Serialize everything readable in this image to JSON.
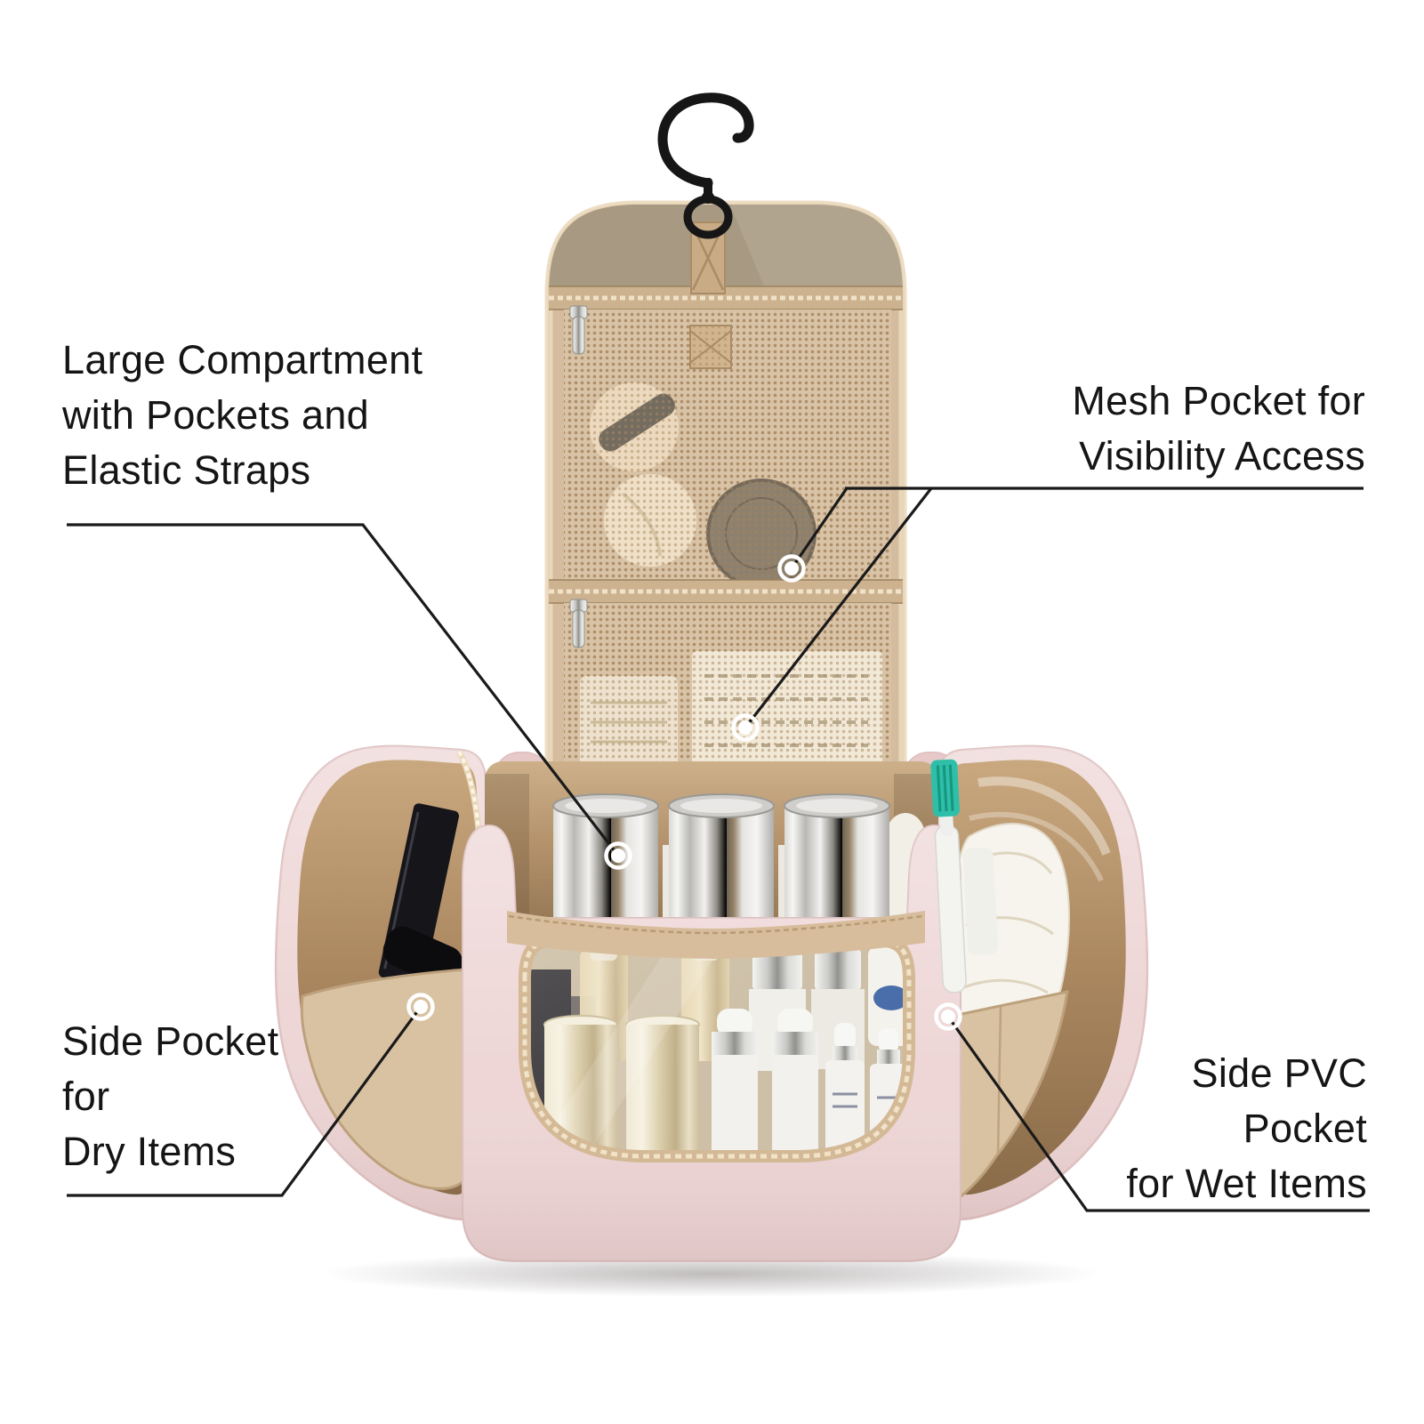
{
  "annotations": {
    "large_compartment": {
      "lines": [
        "Large Compartment",
        "with Pockets and",
        "Elastic Straps"
      ]
    },
    "mesh_pocket": {
      "lines": [
        "Mesh Pocket for",
        "Visibility Access"
      ]
    },
    "side_pocket_dry": {
      "lines": [
        "Side Pocket",
        "for",
        "Dry Items"
      ]
    },
    "side_pvc_wet": {
      "lines": [
        "Side PVC",
        "Pocket",
        "for Wet Items"
      ]
    }
  },
  "colors": {
    "background": "#ffffff",
    "line": "#1a1a1a",
    "text": "#151515",
    "bag_pink": "#eed6d6",
    "bag_pink_deep": "#e7c9ca",
    "panel_tan": "#d5bc9e",
    "khaki": "#a89a82",
    "mesh_tan": "#d9c3a6",
    "zipper_band": "#cdb28f",
    "trim_cream": "#ead9bd",
    "band_tan": "#d7bd9c",
    "lining_pocket": "#d9c2a2",
    "hook_black": "#161616",
    "toothbrush_teal": "#2fbfa8",
    "towel_white": "#f7f4ed"
  }
}
